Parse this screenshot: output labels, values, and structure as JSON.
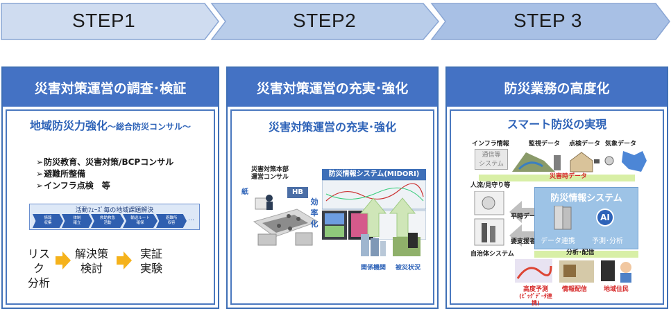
{
  "steps": [
    "STEP1",
    "STEP2",
    "STEP 3"
  ],
  "panel1": {
    "title": "災害対策運営の調査･検証",
    "subtitle_main": "地域防災力強化",
    "subtitle_small": "～総合防災コンサル～",
    "bullets": [
      "防災教育、災害対策/BCPコンサル",
      "避難所整備",
      "インフラ点検　等"
    ],
    "phase_title": "活動ﾌｪｰｽﾞ毎の地域課題解決",
    "phases": [
      [
        "情報",
        "収集"
      ],
      [
        "体制",
        "確立"
      ],
      [
        "救助救急",
        "活動"
      ],
      [
        "輸送ルート",
        "確保"
      ],
      [
        "避難所",
        "収容"
      ]
    ],
    "phase_more": "…",
    "flow": [
      [
        "リスク",
        "分析"
      ],
      [
        "解決策",
        "検討"
      ],
      [
        "実証",
        "実験"
      ]
    ]
  },
  "panel2": {
    "title": "災害対策運営の充実･強化",
    "subtitle": "災害対策運営の充実･強化",
    "hq_label": [
      "災害対策本部",
      "運営コンサル"
    ],
    "paper_label": "紙",
    "hb_label": "HB",
    "system_label": "防災情報システム(MIDORI)",
    "efficiency_label": [
      "効",
      "率",
      "化"
    ],
    "related_label": "関係機関",
    "damage_label": "被災状況"
  },
  "panel3": {
    "title": "防災業務の高度化",
    "subtitle": "スマート防災の実現",
    "infra_label": "インフラ情報",
    "comm_label": [
      "通信等",
      "システム"
    ],
    "monitor_label": "監視データ",
    "inspect_label": "点検データ",
    "weather_label": "気象データ",
    "disaster_data": "災害時データ",
    "people_label": "人流/見守り等",
    "normal_data": "平時データ",
    "support_label": "要支援者等",
    "municipal_label": "自治体システム",
    "sys_title": "防災情報システム",
    "data_link": "データ連携",
    "ai_label": "AI",
    "predict_label": "予測･分析",
    "analysis_label": "分析･配信",
    "outputs": [
      "高度予測",
      "情報配信",
      "地域住民"
    ],
    "output_note": "(ﾋﾞｯｸﾞﾃﾞｰﾀ連携)"
  },
  "colors": {
    "step1": "#cfdcf0",
    "step2": "#b7cbe8",
    "step3": "#a6bee3",
    "head": "#4472c4",
    "accent": "#2e63b8",
    "arrow": "#f5b21b",
    "red": "#d62a2a"
  }
}
